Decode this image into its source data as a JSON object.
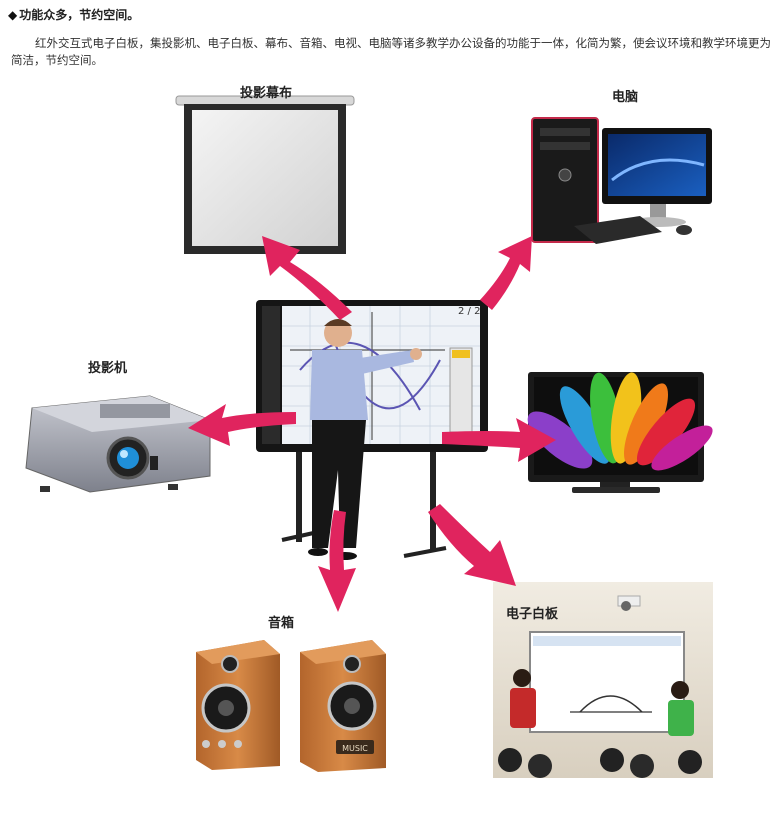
{
  "heading": "功能众多，节约空间。",
  "paragraph": "红外交互式电子白板，集投影机、电子白板、幕布、音箱、电视、电脑等诸多教学办公设备的功能于一体，化简为繁，使会议环境和教学环境更为简洁，节约空间。",
  "labels": {
    "screen": "投影幕布",
    "computer": "电脑",
    "projector": "投影机",
    "speaker": "音箱",
    "whiteboard": "电子白板"
  },
  "whiteboard_page": "2 / 2",
  "speaker_badge": "MUSIC",
  "colors": {
    "arrow": "#e0245e",
    "speaker_wood": "#c9793a",
    "projector_body": "#a9abb4",
    "tv_frame": "#1a1a1a"
  }
}
